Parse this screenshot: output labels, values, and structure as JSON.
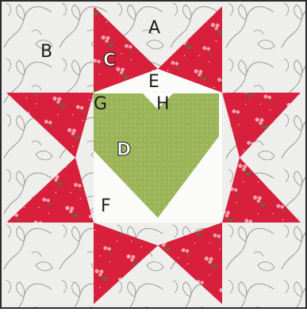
{
  "labels": {
    "a": "A",
    "b": "B",
    "c": "C",
    "d": "D",
    "e": "E",
    "f": "F",
    "g": "G",
    "h": "H"
  },
  "colors": {
    "frame": "#2b2b2b",
    "background_fabric": "#eeeeec",
    "background_print": "#9a9a9a",
    "red_fabric": "#d81f3c",
    "red_dark": "#bf1732",
    "flower_pink": "#f4a6b4",
    "leaf_green": "#4f7a3c",
    "white_fabric": "#fbfbf9",
    "green_fabric": "#9ab457",
    "green_dot": "#c9d79a"
  }
}
